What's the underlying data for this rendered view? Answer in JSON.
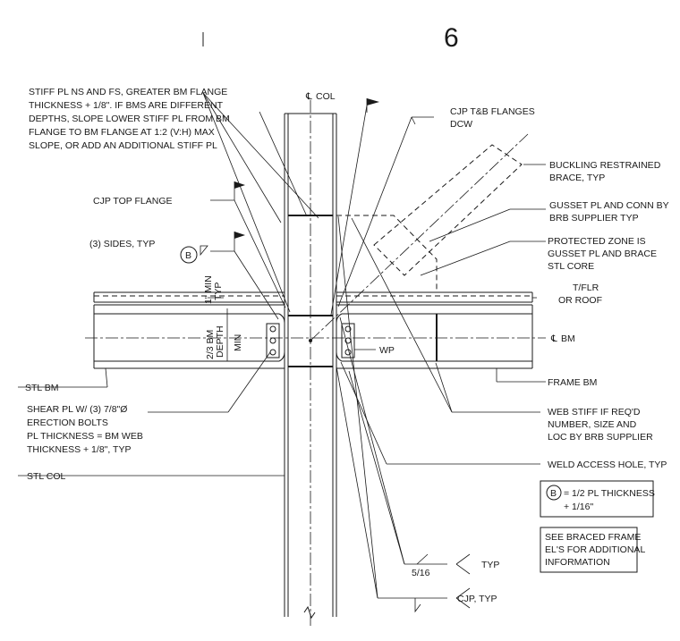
{
  "detail_number": "6",
  "notes": {
    "stiff_pl": [
      "STIFF PL NS AND FS, GREATER BM FLANGE",
      "THICKNESS + 1/8\". IF BMS ARE DIFFERENT",
      "DEPTHS, SLOPE LOWER STIFF PL FROM BM",
      "FLANGE TO BM FLANGE AT 1:2 (V:H) MAX",
      "SLOPE, OR ADD AN ADDITIONAL STIFF PL"
    ],
    "col_centerline": "COL",
    "cjp_tb_flanges": [
      "CJP T&B FLANGES",
      "DCW"
    ],
    "cjp_top_flange": "CJP TOP FLANGE",
    "three_sides": "(3) SIDES, TYP",
    "weld_b": "B",
    "brb": [
      "BUCKLING RESTRAINED",
      "BRACE, TYP"
    ],
    "gusset": [
      "GUSSET PL AND CONN BY",
      "BRB SUPPLIER TYP"
    ],
    "protected_zone": [
      "PROTECTED ZONE IS",
      "GUSSET PL AND BRACE",
      "STL CORE"
    ],
    "tflr": [
      "T/FLR",
      "OR ROOF"
    ],
    "bm_centerline": "BM",
    "min_typ": [
      "1\" MIN",
      "TYP"
    ],
    "bm_depth": [
      "2/3 BM",
      "DEPTH",
      "MIN"
    ],
    "wp": "WP",
    "stl_bm": "STL BM",
    "frame_bm": "FRAME BM",
    "shear_pl": [
      "SHEAR PL W/ (3) 7/8\"Ø",
      "ERECTION BOLTS",
      "PL THICKNESS = BM WEB",
      "THICKNESS + 1/8\", TYP"
    ],
    "web_stiff": [
      "WEB STIFF  IF REQ'D",
      "NUMBER, SIZE AND",
      "LOC BY BRB SUPPLIER"
    ],
    "stl_col": "STL COL",
    "weld_access": "WELD ACCESS HOLE, TYP",
    "legend_b": [
      "= 1/2 PL THICKNESS",
      "+ 1/16\""
    ],
    "see_braced": [
      "SEE BRACED FRAME",
      "EL'S FOR ADDITIONAL",
      "INFORMATION"
    ],
    "fillet_size": "5/16",
    "typ": "TYP",
    "cjp_typ": "CJP, TYP"
  }
}
